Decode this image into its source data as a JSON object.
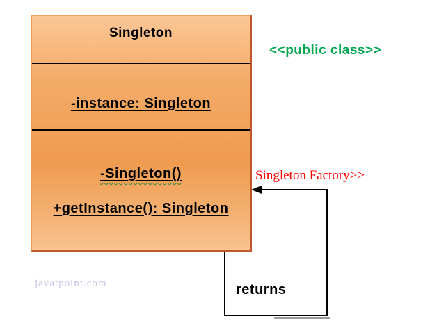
{
  "diagram": {
    "class_box": {
      "title": "Singleton",
      "attributes": [
        "-instance: Singleton"
      ],
      "methods": [
        "-Singleton()",
        "+getInstance(): Singleton"
      ]
    },
    "annotations": {
      "stereotype": "<<public class>>",
      "factory": "Singleton Factory>>",
      "returns": "returns"
    },
    "watermark": "javatpoint.com",
    "colors": {
      "stereotype_green": "#00a651",
      "factory_red": "#fe0000",
      "box_fill_top": "#fbc795",
      "box_fill_mid": "#ef9b50",
      "box_fill_bottom": "#f8c38f",
      "box_border_light": "#ee9c54",
      "box_border_dark": "#bf5529",
      "line_black": "#000000",
      "watermark_lavender": "#c9c4e4",
      "squiggle_green": "#338833"
    }
  }
}
